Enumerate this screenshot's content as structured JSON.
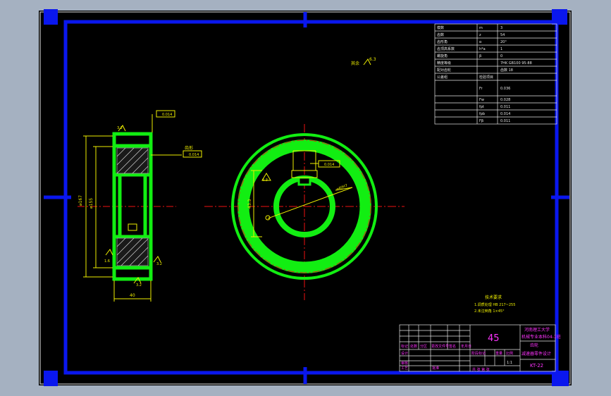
{
  "colors": {
    "viewport_bg": "#a5b1c1",
    "sheet_bg": "#000000",
    "frame_blue": "#0a17ee",
    "gear_green": "#12ee12",
    "dim_yellow": "#eeee00",
    "center_red": "#ee1111",
    "table_white": "#e6e6e6",
    "title_magenta": "#ff33ff"
  },
  "drawing": {
    "roughness_general": "6.3",
    "roughness_note": "其余",
    "tolerance_hub": "0.014",
    "tolerance_face": "0.014",
    "tolerance_key": "0.014",
    "label_teeth": "齿形",
    "dim_width": "40",
    "dim_ra_side": "3.2",
    "dim_ra_bore": "3.2",
    "dim_ra_key": "6.3",
    "dim_ra_face": "1.6",
    "dim_ra_bottom": "3.2",
    "dim_bore_label": "⌀40",
    "dim_outer_label": "⌀167",
    "dim_root_label": "⌀155",
    "dim_key_depth": "43.3",
    "dim_hub_height": "3.2",
    "tech_title": "技术要求",
    "tech_line1": "1.调质处理 HB 217~255",
    "tech_line2": "2.未注倒角 1×45°",
    "leader_diam": "⌀40H7"
  },
  "param_table": {
    "rows": [
      {
        "name": "模数",
        "sym": "m",
        "val": "3"
      },
      {
        "name": "齿数",
        "sym": "z",
        "val": "54"
      },
      {
        "name": "齿形角",
        "sym": "α",
        "val": "20°"
      },
      {
        "name": "齿顶高系数",
        "sym": "h*a",
        "val": "1"
      },
      {
        "name": "螺旋角",
        "sym": "β",
        "val": "0"
      },
      {
        "name": "精度等级",
        "sym": "",
        "val": "7HK GB100 95-88"
      },
      {
        "name": "配对齿轮",
        "sym": "",
        "val": "齿数 18"
      },
      {
        "name": "公差组",
        "sym": "检验项目",
        "val": ""
      },
      {
        "name": "",
        "sym": "Fr",
        "val": "0.036"
      },
      {
        "name": "",
        "sym": "Fw",
        "val": "0.028"
      },
      {
        "name": "",
        "sym": "fpt",
        "val": "0.011"
      },
      {
        "name": "",
        "sym": "fpb",
        "val": "0.014"
      },
      {
        "name": "",
        "sym": "Fβ",
        "val": "0.011"
      }
    ]
  },
  "title_block": {
    "material": "45",
    "school": "河南理工大学",
    "major": "机械专业本科04-1班",
    "part_name": "齿轮",
    "assembly": "减速器零件设计",
    "drawing_no": "KT-22",
    "scale": "1:1",
    "left_labels": [
      "标记",
      "处数",
      "分区",
      "更改文件号",
      "签名",
      "年月日"
    ],
    "role_labels": [
      "设计",
      "审核",
      "工艺",
      "批准"
    ],
    "stage_labels": [
      "阶段标记",
      "重量",
      "比例"
    ],
    "sheet_label": "共 张 第 张"
  }
}
